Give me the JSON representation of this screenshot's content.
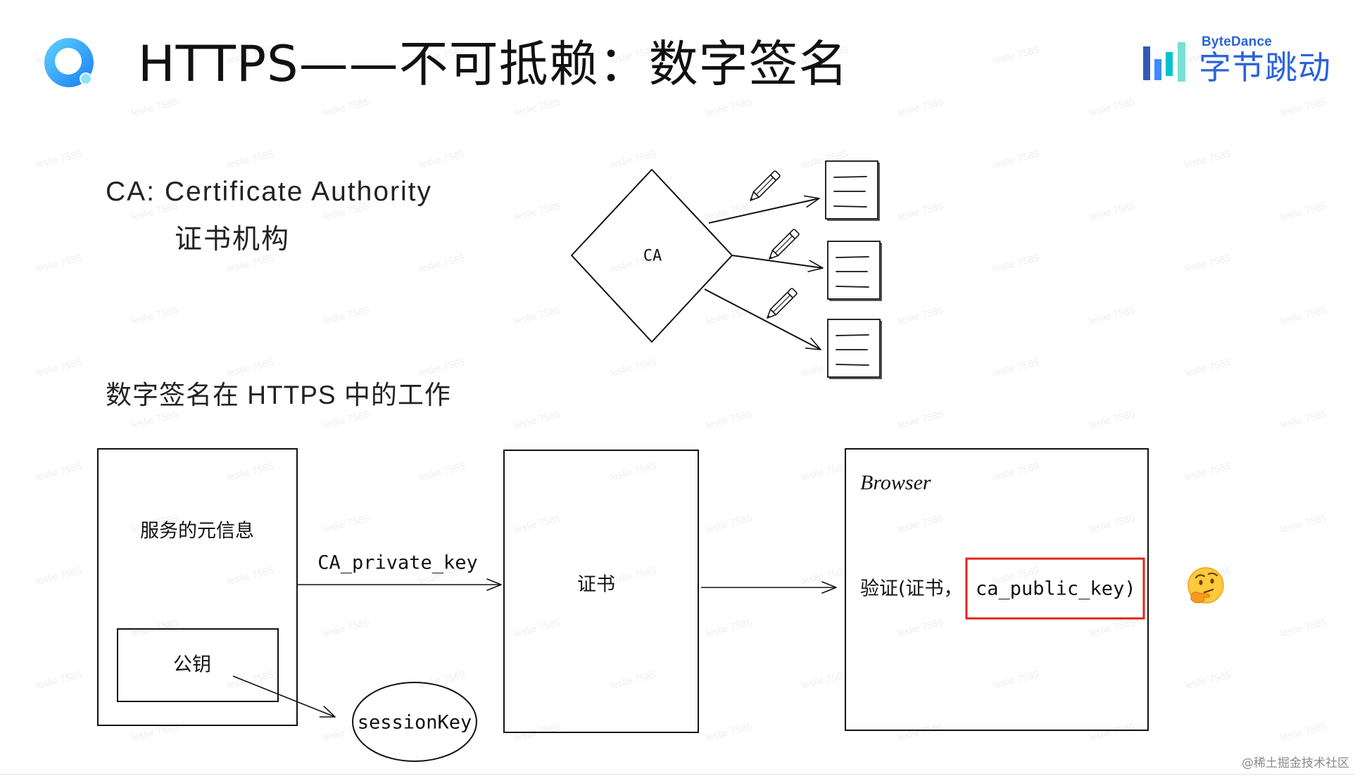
{
  "slide": {
    "title": "HTTPS——不可抵赖：数字签名"
  },
  "brand": {
    "en": "ByteDance",
    "zh": "字节跳动"
  },
  "ca_section": {
    "definition": "CA: Certificate Authority",
    "translation": "证书机构"
  },
  "ca_diagram": {
    "node_label": "CA",
    "outputs": [
      {
        "document_icon": "document-icon",
        "pen_icon": "pencil-icon"
      },
      {
        "document_icon": "document-icon",
        "pen_icon": "pencil-icon"
      },
      {
        "document_icon": "document-icon",
        "pen_icon": "pencil-icon"
      }
    ]
  },
  "workflow": {
    "heading": "数字签名在 HTTPS 中的工作",
    "server": {
      "meta_label": "服务的元信息",
      "public_key_label": "公钥"
    },
    "session_key_label": "sessionKey",
    "sign_label": "CA_private_key",
    "certificate_label": "证书",
    "browser": {
      "title": "Browser",
      "verify_text": "验证(证书，",
      "key_text": "ca_public_key)"
    },
    "reaction_icon": "thinking-face-icon"
  },
  "icons": {
    "logo": "app-logo-icon",
    "brand": "bytedance-bars-icon"
  },
  "colors": {
    "title": "#111111",
    "text": "#222222",
    "brand": "#2b63d9",
    "highlight": "#e0241e",
    "logo": "#1d9bf0"
  },
  "watermark": "leslie 7585",
  "footer": {
    "credit": "@稀土掘金技术社区"
  }
}
